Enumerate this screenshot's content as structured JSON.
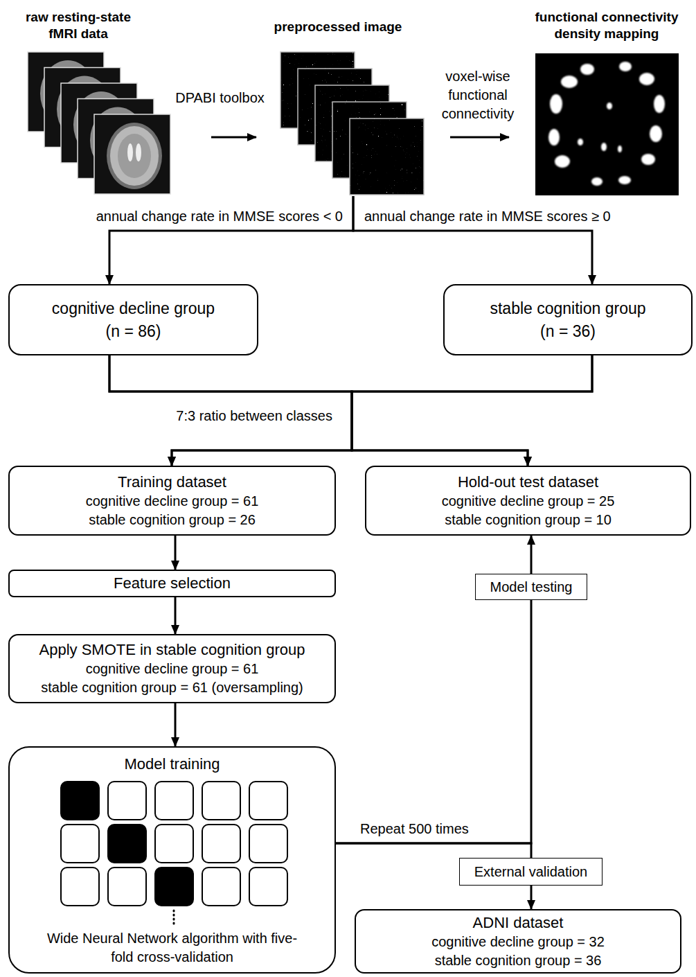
{
  "diagram": {
    "nodes": [
      {
        "text": [
          "raw resting-state fMRI data"
        ]
      },
      {
        "text": [
          "preprocessed image"
        ]
      },
      {
        "text": [
          "functional connectivity density mapping"
        ]
      },
      {
        "text": [
          "cognitive decline group",
          "(n = 86)"
        ]
      },
      {
        "text": [
          "stable cognition group",
          "(n = 36)"
        ]
      },
      {
        "text": [
          "Training dataset",
          "cognitive decline group = 61",
          "stable cognition group = 26"
        ]
      },
      {
        "text": [
          "Hold-out test dataset",
          "cognitive decline group = 25",
          "stable cognition group = 10"
        ]
      },
      {
        "text": [
          "Feature selection"
        ]
      },
      {
        "text": [
          "Apply SMOTE in stable cognition group",
          "cognitive decline group = 61",
          "stable cognition group = 61 (oversampling)"
        ]
      },
      {
        "text": [
          "Model training",
          "Wide Neural Network algorithm with five-fold cross-validation"
        ]
      },
      {
        "text": [
          "Model testing"
        ]
      },
      {
        "text": [
          "External validation"
        ]
      },
      {
        "text": [
          "ADNI dataset",
          "cognitive decline group = 32",
          "stable cognition group = 36"
        ]
      }
    ],
    "edges": [
      {
        "from": 0,
        "to": 1,
        "label": "DPABI toolbox",
        "arrow": "to"
      },
      {
        "from": 1,
        "to": 2,
        "label": "voxel-wise functional connectivity",
        "arrow": "to"
      },
      {
        "from": 1,
        "to": 3,
        "label": "annual change rate in MMSE scores < 0",
        "arrow": "to"
      },
      {
        "from": 1,
        "to": 4,
        "label": "annual change rate in MMSE scores ≥ 0",
        "arrow": "to"
      },
      {
        "from": 3,
        "to": 5,
        "label": "7:3 ratio between classes",
        "arrow": "to"
      },
      {
        "from": 3,
        "to": 6,
        "arrow": "to"
      },
      {
        "from": 4,
        "to": 5,
        "arrow": "to"
      },
      {
        "from": 4,
        "to": 6,
        "arrow": "to"
      },
      {
        "from": 5,
        "to": 7,
        "arrow": "to"
      },
      {
        "from": 7,
        "to": 8,
        "arrow": "to"
      },
      {
        "from": 8,
        "to": 9,
        "arrow": "to"
      },
      {
        "from": 9,
        "to": 10,
        "label": "Repeat 500 times",
        "arrow": "none"
      },
      {
        "from": 10,
        "to": 6,
        "arrow": "to"
      },
      {
        "from": 9,
        "to": 11,
        "arrow": "none"
      },
      {
        "from": 11,
        "to": 12,
        "arrow": "to"
      }
    ]
  }
}
